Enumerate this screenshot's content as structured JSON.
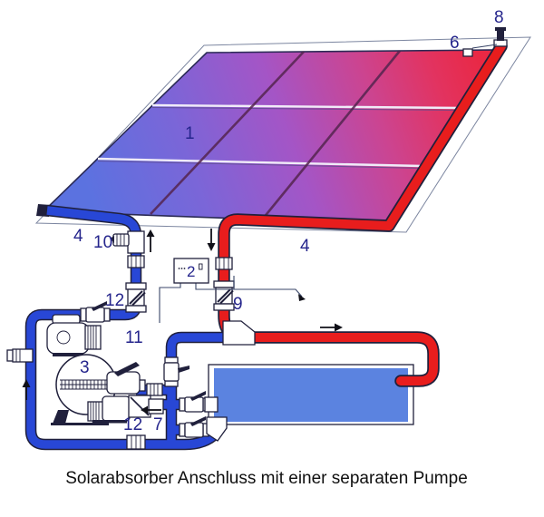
{
  "caption": "Solarabsorber Anschluss mit einer separaten Pumpe",
  "colors": {
    "pipe_blue": "#2847d6",
    "pipe_red": "#e81d1d",
    "outline": "#20203c",
    "water": "#5b83e0",
    "label": "#25258c",
    "caption_color": "#101010",
    "wire": "#3a4668",
    "frame": "#7c86a0",
    "g1": "#5b72e0",
    "g2": "#7a66d8",
    "g3": "#a455c6",
    "g4": "#cc4490",
    "g5": "#e23360",
    "g6": "#e92844"
  },
  "labels": [
    {
      "id": "1",
      "text": "1"
    },
    {
      "id": "2",
      "text": "2"
    },
    {
      "id": "3",
      "text": "3"
    },
    {
      "id": "4-left",
      "text": "4"
    },
    {
      "id": "4-right",
      "text": "4"
    },
    {
      "id": "6",
      "text": "6"
    },
    {
      "id": "7",
      "text": "7"
    },
    {
      "id": "8",
      "text": "8"
    },
    {
      "id": "9",
      "text": "9"
    },
    {
      "id": "10",
      "text": "10"
    },
    {
      "id": "11",
      "text": "11"
    },
    {
      "id": "12-upper",
      "text": "12"
    },
    {
      "id": "12-lower",
      "text": "12"
    }
  ]
}
